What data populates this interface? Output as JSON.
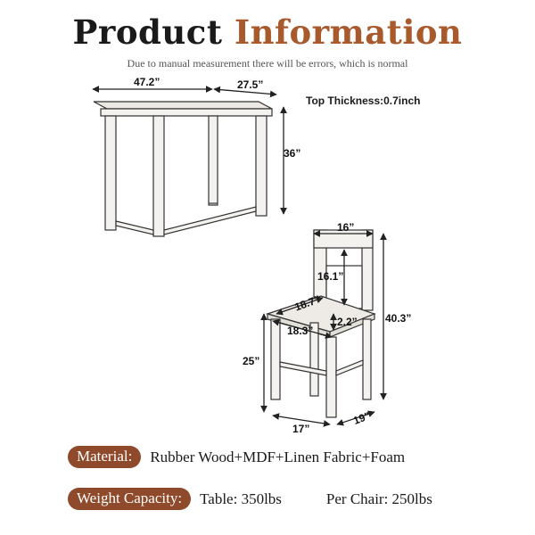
{
  "header": {
    "title_word1": "Product",
    "title_word2": "Information",
    "subtitle": "Due to manual measurement there will be errors, which is normal",
    "accent_color": "#a85a2c"
  },
  "table": {
    "length": "47.2”",
    "width": "27.5”",
    "height": "36”",
    "top_thickness": "Top Thickness:0.7inch"
  },
  "chair": {
    "top_width": "16”",
    "back_height": "16.1”",
    "seat_diagonal": "18.7”",
    "seat_width": "18.3”",
    "seat_thickness": "2.2”",
    "total_height": "40.3”",
    "seat_height": "25”",
    "base_width": "17”",
    "base_depth": "19”"
  },
  "specs": {
    "material_label": "Material:",
    "material_value": "Rubber Wood+MDF+Linen Fabric+Foam",
    "weight_label": "Weight Capacity:",
    "weight_table": "Table: 350lbs",
    "weight_chair": "Per Chair: 250lbs",
    "badge_color": "#8e4a2a"
  }
}
